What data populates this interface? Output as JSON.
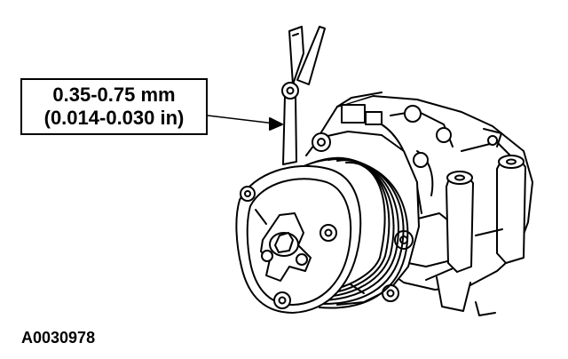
{
  "callout": {
    "metric": "0.35-0.75 mm",
    "imperial": "(0.014-0.030 in)"
  },
  "figure_id": "A0030978"
}
